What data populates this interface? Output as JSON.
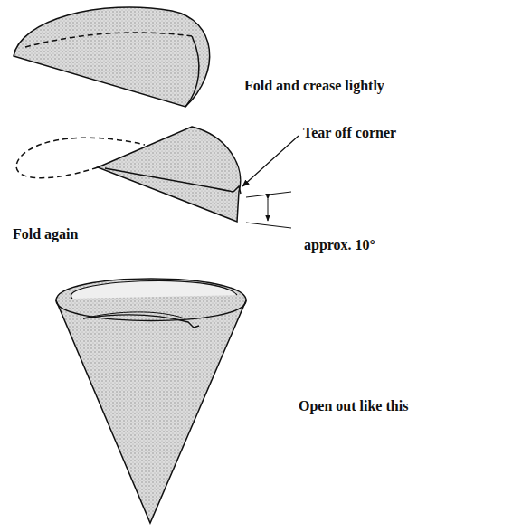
{
  "diagram": {
    "labels": [
      "Fold and crease lightly",
      "Tear off corner",
      "Fold again",
      "approx. 10°",
      "Open out like this"
    ]
  }
}
